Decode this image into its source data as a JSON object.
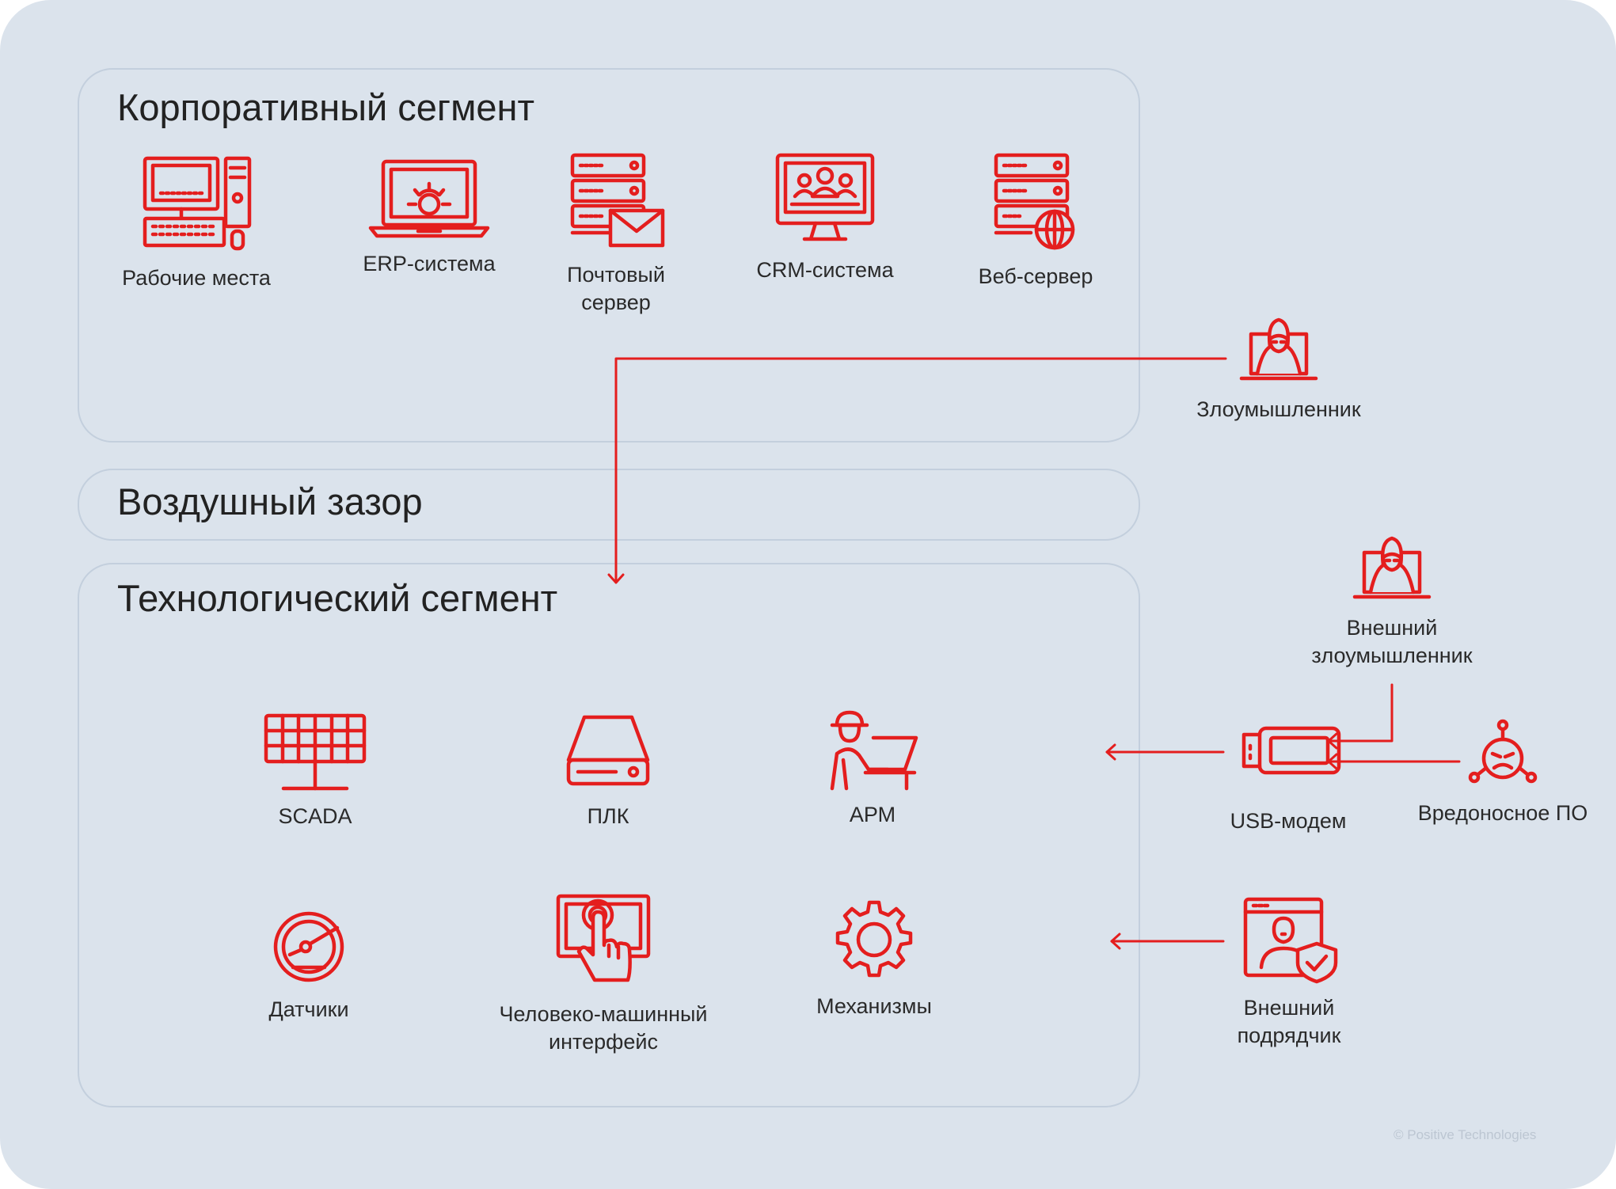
{
  "colors": {
    "background": "#dbe3ec",
    "segment_border": "#c3cfdd",
    "accent": "#e41e1e",
    "text": "#222222"
  },
  "corporate": {
    "title": "Корпоративный сегмент",
    "items": [
      {
        "label": "Рабочие места",
        "icon": "workstation-icon"
      },
      {
        "label": "ERP-система",
        "icon": "laptop-gear-icon"
      },
      {
        "label": "Почтовый сервер",
        "icon": "mail-server-icon"
      },
      {
        "label": "CRM-система",
        "icon": "crm-monitor-icon"
      },
      {
        "label": "Веб-сервер",
        "icon": "web-server-icon"
      }
    ]
  },
  "airgap": {
    "title": "Воздушный зазор"
  },
  "technological": {
    "title": "Технологический сегмент",
    "items": [
      {
        "label": "SCADA",
        "icon": "scada-panel-icon"
      },
      {
        "label": "ПЛК",
        "icon": "plc-drive-icon"
      },
      {
        "label": "АРМ",
        "icon": "operator-icon"
      },
      {
        "label": "Датчики",
        "icon": "gauge-icon"
      },
      {
        "label": "Человеко-машинный интерфейс",
        "icon": "touch-screen-icon"
      },
      {
        "label": "Механизмы",
        "icon": "gear-icon"
      }
    ]
  },
  "threats": {
    "attacker": {
      "label": "Злоумышленник",
      "icon": "hacker-laptop-icon"
    },
    "external_attacker": {
      "label": "Внешний злоумышленник",
      "icon": "hacker-laptop-icon"
    },
    "usb_modem": {
      "label": "USB-модем",
      "icon": "usb-modem-icon"
    },
    "malware": {
      "label": "Вредоносное ПО",
      "icon": "virus-icon"
    },
    "contractor": {
      "label": "Внешний подрядчик",
      "icon": "contractor-window-icon"
    }
  },
  "credit": "© Positive Technologies"
}
